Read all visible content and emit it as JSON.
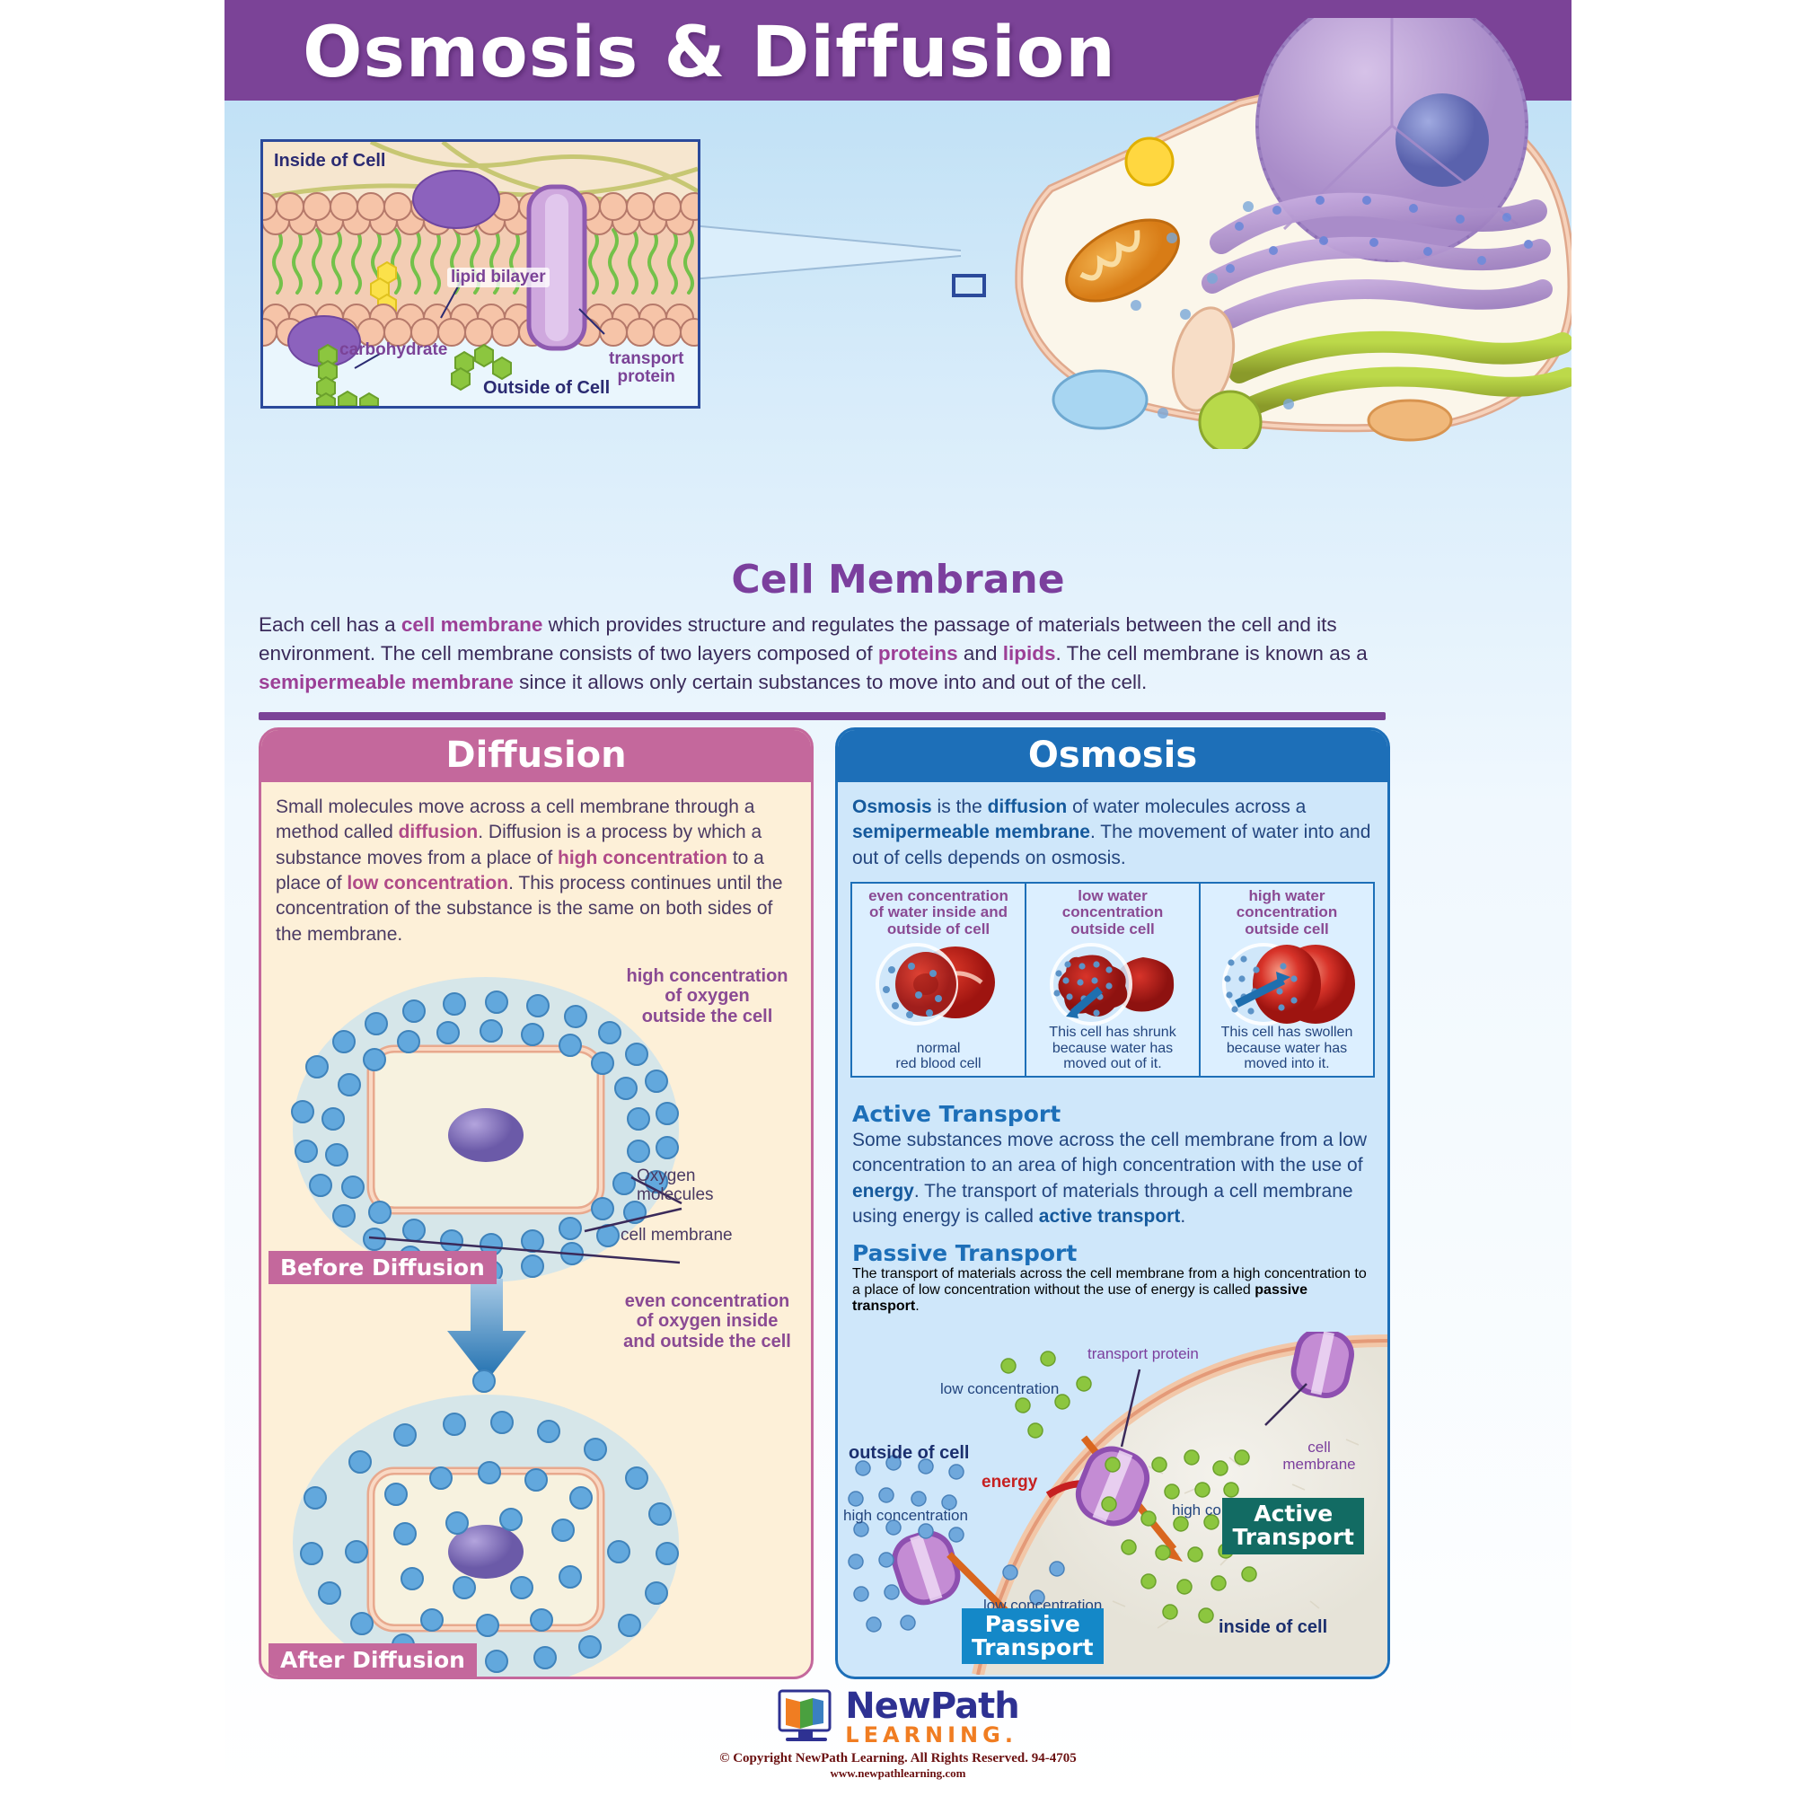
{
  "poster": {
    "title": "Osmosis & Diffusion",
    "header_color": "#7b4397"
  },
  "membrane_diagram": {
    "inside_label": "Inside of Cell",
    "outside_label": "Outside of Cell",
    "lipid_bilayer_label": "lipid bilayer",
    "carbohydrate_label": "carbohydrate",
    "transport_protein_label": "transport\nprotein",
    "transport_protein_line1": "transport",
    "transport_protein_line2": "protein"
  },
  "cell_membrane": {
    "heading": "Cell Membrane",
    "paragraph_parts": [
      {
        "t": "Each cell has a ",
        "b": false
      },
      {
        "t": "cell membrane",
        "b": true
      },
      {
        "t": " which provides structure and regulates the passage of materials between the cell and its environment. The cell membrane consists of two layers composed of ",
        "b": false
      },
      {
        "t": "proteins",
        "b": true
      },
      {
        "t": " and ",
        "b": false
      },
      {
        "t": "lipids",
        "b": true
      },
      {
        "t": ". The cell membrane is known as a ",
        "b": false
      },
      {
        "t": "semipermeable membrane",
        "b": true
      },
      {
        "t": " since it allows only certain substances to move into and out of the cell.",
        "b": false
      }
    ]
  },
  "diffusion": {
    "title": "Diffusion",
    "accent": "#c4689c",
    "paragraph_parts": [
      {
        "t": "Small molecules move across a cell membrane through a method called ",
        "b": false
      },
      {
        "t": "diffusion",
        "b": true
      },
      {
        "t": ". Diffusion is a process by which a substance moves from a place of ",
        "b": false
      },
      {
        "t": "high concentration",
        "b": true
      },
      {
        "t": " to a place of ",
        "b": false
      },
      {
        "t": "low concentration",
        "b": true
      },
      {
        "t": ". This process continues until the concentration of the substance is the same on both sides of the membrane.",
        "b": false
      }
    ],
    "note_high": "high concentration\nof oxygen\noutside the cell",
    "note_high_lines": [
      "high concentration",
      "of oxygen",
      "outside the cell"
    ],
    "note_even_lines": [
      "even concentration",
      "of oxygen inside",
      "and outside the cell"
    ],
    "lead_oxygen_lines": [
      "Oxygen",
      "molecules"
    ],
    "lead_cell_membrane": "cell membrane",
    "tag_before": "Before Diffusion",
    "tag_after": "After Diffusion"
  },
  "osmosis": {
    "title": "Osmosis",
    "accent": "#1d6fb8",
    "paragraph_parts": [
      {
        "t": "Osmosis",
        "b": true
      },
      {
        "t": " is the ",
        "b": false
      },
      {
        "t": "diffusion",
        "b": true
      },
      {
        "t": " of water molecules across a ",
        "b": false
      },
      {
        "t": "semipermeable membrane",
        "b": true
      },
      {
        "t": ". The movement of water into and out of cells depends on osmosis.",
        "b": false
      }
    ],
    "rbc_panels": [
      {
        "top_lines": [
          "even concentration",
          "of water inside and",
          "outside of  cell"
        ],
        "bottom_lines": [
          "normal",
          "red blood cell"
        ],
        "state": "normal"
      },
      {
        "top_lines": [
          "low water",
          "concentration",
          "outside cell"
        ],
        "bottom_lines": [
          "This cell has shrunk",
          "because water has",
          "moved out of it."
        ],
        "state": "shrunk"
      },
      {
        "top_lines": [
          "high water",
          "concentration",
          "outside cell"
        ],
        "bottom_lines": [
          "This cell has swollen",
          "because water has",
          "moved into it."
        ],
        "state": "swollen"
      }
    ],
    "active_transport": {
      "heading": "Active Transport",
      "paragraph_parts": [
        {
          "t": "Some substances move across the cell membrane from a low concentration to an area of high concentration with the use of ",
          "b": false
        },
        {
          "t": "energy",
          "b": true
        },
        {
          "t": ". The transport of materials through a cell membrane using energy is called ",
          "b": false
        },
        {
          "t": "active transport",
          "b": true
        },
        {
          "t": ".",
          "b": false
        }
      ]
    },
    "passive_transport": {
      "heading": "Passive Transport",
      "paragraph_parts": [
        {
          "t": "The transport of materials across the cell membrane from a high concentration to a place of low concentration without the use of energy is called ",
          "b": false
        },
        {
          "t": "passive transport",
          "b": true
        },
        {
          "t": ".",
          "b": false
        }
      ]
    },
    "transport_figure": {
      "outside_of_cell": "outside of cell",
      "inside_of_cell": "inside of cell",
      "low_concentration_top": "low concentration",
      "high_concentration_left": "high concentration",
      "high_concentration_right": "high concentration",
      "low_concentration_bottom": "low concentration",
      "transport_protein": "transport protein",
      "energy": "energy",
      "cell_membrane_lines": [
        "cell",
        "membrane"
      ],
      "tag_active_lines": [
        "Active",
        "Transport"
      ],
      "tag_passive_lines": [
        "Passive",
        "Transport"
      ]
    }
  },
  "footer": {
    "logo_new": "New",
    "logo_path": "Path",
    "logo_learning": "LEARNING.",
    "copyright": "© Copyright NewPath Learning. All Rights Reserved. 94-4705",
    "website": "www.newpathlearning.com"
  }
}
